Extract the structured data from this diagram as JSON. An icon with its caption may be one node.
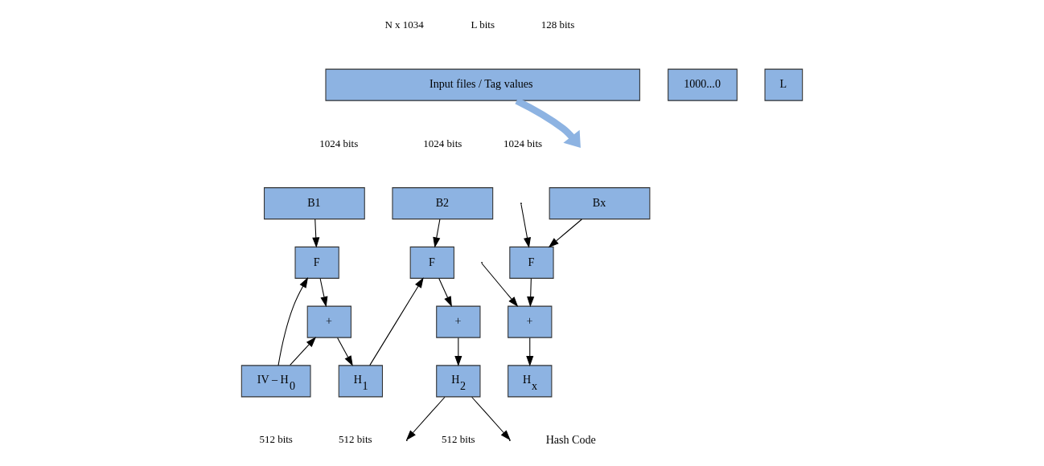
{
  "diagram": {
    "nodes": [
      {
        "text": [
          "Input files / Tag values"
        ]
      },
      {
        "text": [
          "1000...0"
        ]
      },
      {
        "text": [
          "L"
        ]
      },
      {
        "text": [
          "B1"
        ]
      },
      {
        "text": [
          "B2"
        ]
      },
      {
        "text": [
          "Bx"
        ]
      },
      {
        "text": [
          "F"
        ]
      },
      {
        "text": [
          "+"
        ]
      },
      {
        "text": [
          "IV – H$_{0}$"
        ]
      },
      {
        "text": [
          "H$_{1}$"
        ]
      },
      {
        "text": [
          "F"
        ]
      },
      {
        "text": [
          "+"
        ]
      },
      {
        "text": [
          "H$_{2}$"
        ]
      },
      {
        "text": [
          "F"
        ]
      },
      {
        "text": [
          "+"
        ]
      },
      {
        "text": [
          "H$_{x}$"
        ],
        "beside": [
          "Hash Code"
        ]
      }
    ],
    "edges": [
      {
        "from": 0,
        "to": null,
        "arrow": "to",
        "style": "thick",
        "color": "#8db3e2"
      },
      {
        "from": 3,
        "to": 6,
        "arrow": "to"
      },
      {
        "from": 6,
        "to": 7,
        "arrow": "to"
      },
      {
        "from": 7,
        "to": 9,
        "arrow": "to"
      },
      {
        "from": 8,
        "to": 6,
        "arrow": "to"
      },
      {
        "from": 8,
        "to": 7,
        "arrow": "to"
      },
      {
        "from": 4,
        "to": 10,
        "arrow": "to"
      },
      {
        "from": 10,
        "to": 11,
        "arrow": "to"
      },
      {
        "from": 11,
        "to": 12,
        "arrow": "to"
      },
      {
        "from": 9,
        "to": 10,
        "arrow": "to"
      },
      {
        "from": 12,
        "to": null,
        "arrow": "to"
      },
      {
        "from": 12,
        "to": null,
        "arrow": "to"
      },
      {
        "from": 5,
        "to": 13,
        "arrow": "to"
      },
      {
        "from": 13,
        "to": 14,
        "arrow": "to"
      },
      {
        "from": 14,
        "to": 15,
        "arrow": "to"
      },
      {
        "from": null,
        "to": 13,
        "arrow": "to"
      },
      {
        "from": null,
        "to": 14,
        "arrow": "to"
      }
    ],
    "labels": [
      "N x 1034",
      "L bits",
      "128 bits",
      "1024 bits",
      "1024 bits",
      "1024 bits",
      "512 bits",
      "512 bits",
      "512 bits"
    ]
  }
}
